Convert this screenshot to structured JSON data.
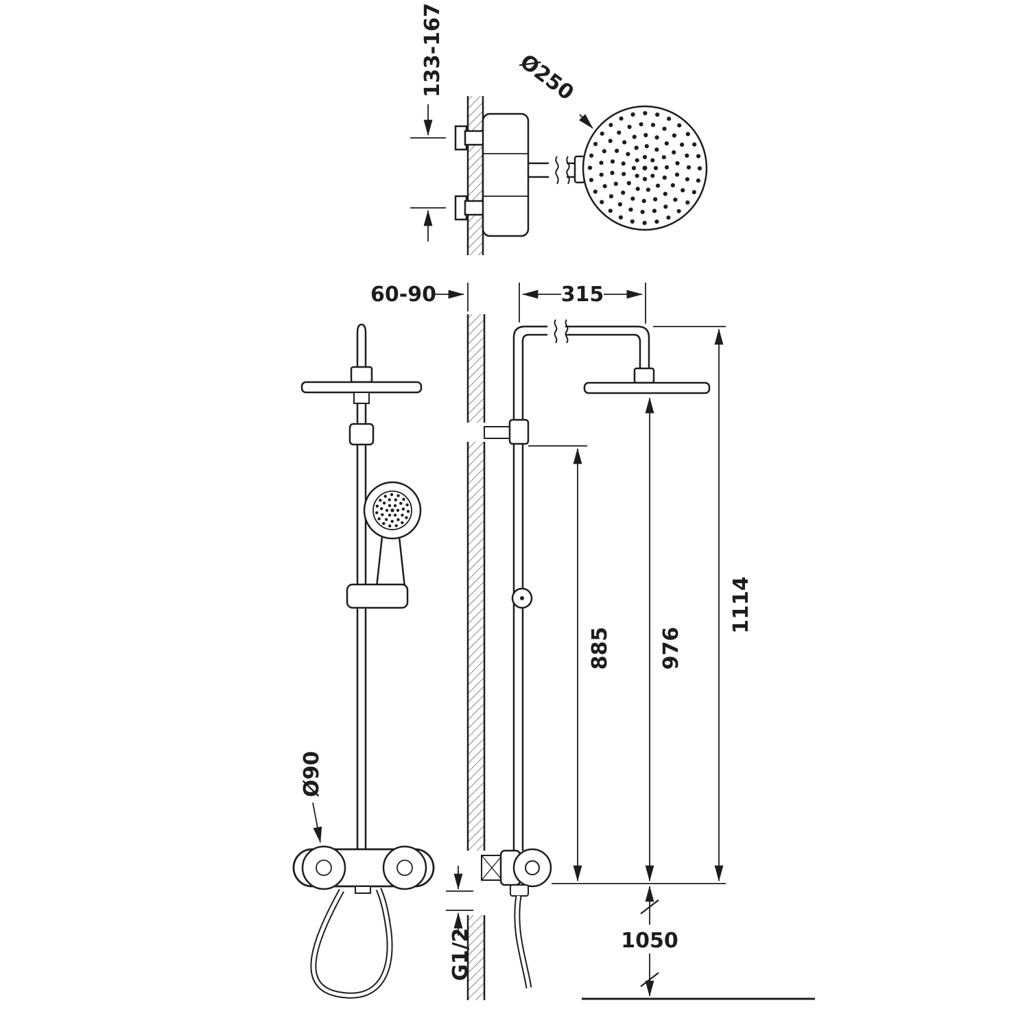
{
  "drawing": {
    "title": "Thermostatic shower column dimensional drawing",
    "colors": {
      "line": "#1d1d1d",
      "background": "#ffffff"
    },
    "top_view": {
      "inlet_spacing": "133-167",
      "head_diameter": "Ø250"
    },
    "front_view": {
      "valve_diameter": "Ø90"
    },
    "side_view": {
      "wall_offset": "60-90",
      "arm_reach": "315",
      "overall_height": "1114",
      "head_to_valve": "976",
      "bracket_to_valve": "885",
      "valve_to_floor": "1050",
      "thread": "G1/2"
    }
  }
}
